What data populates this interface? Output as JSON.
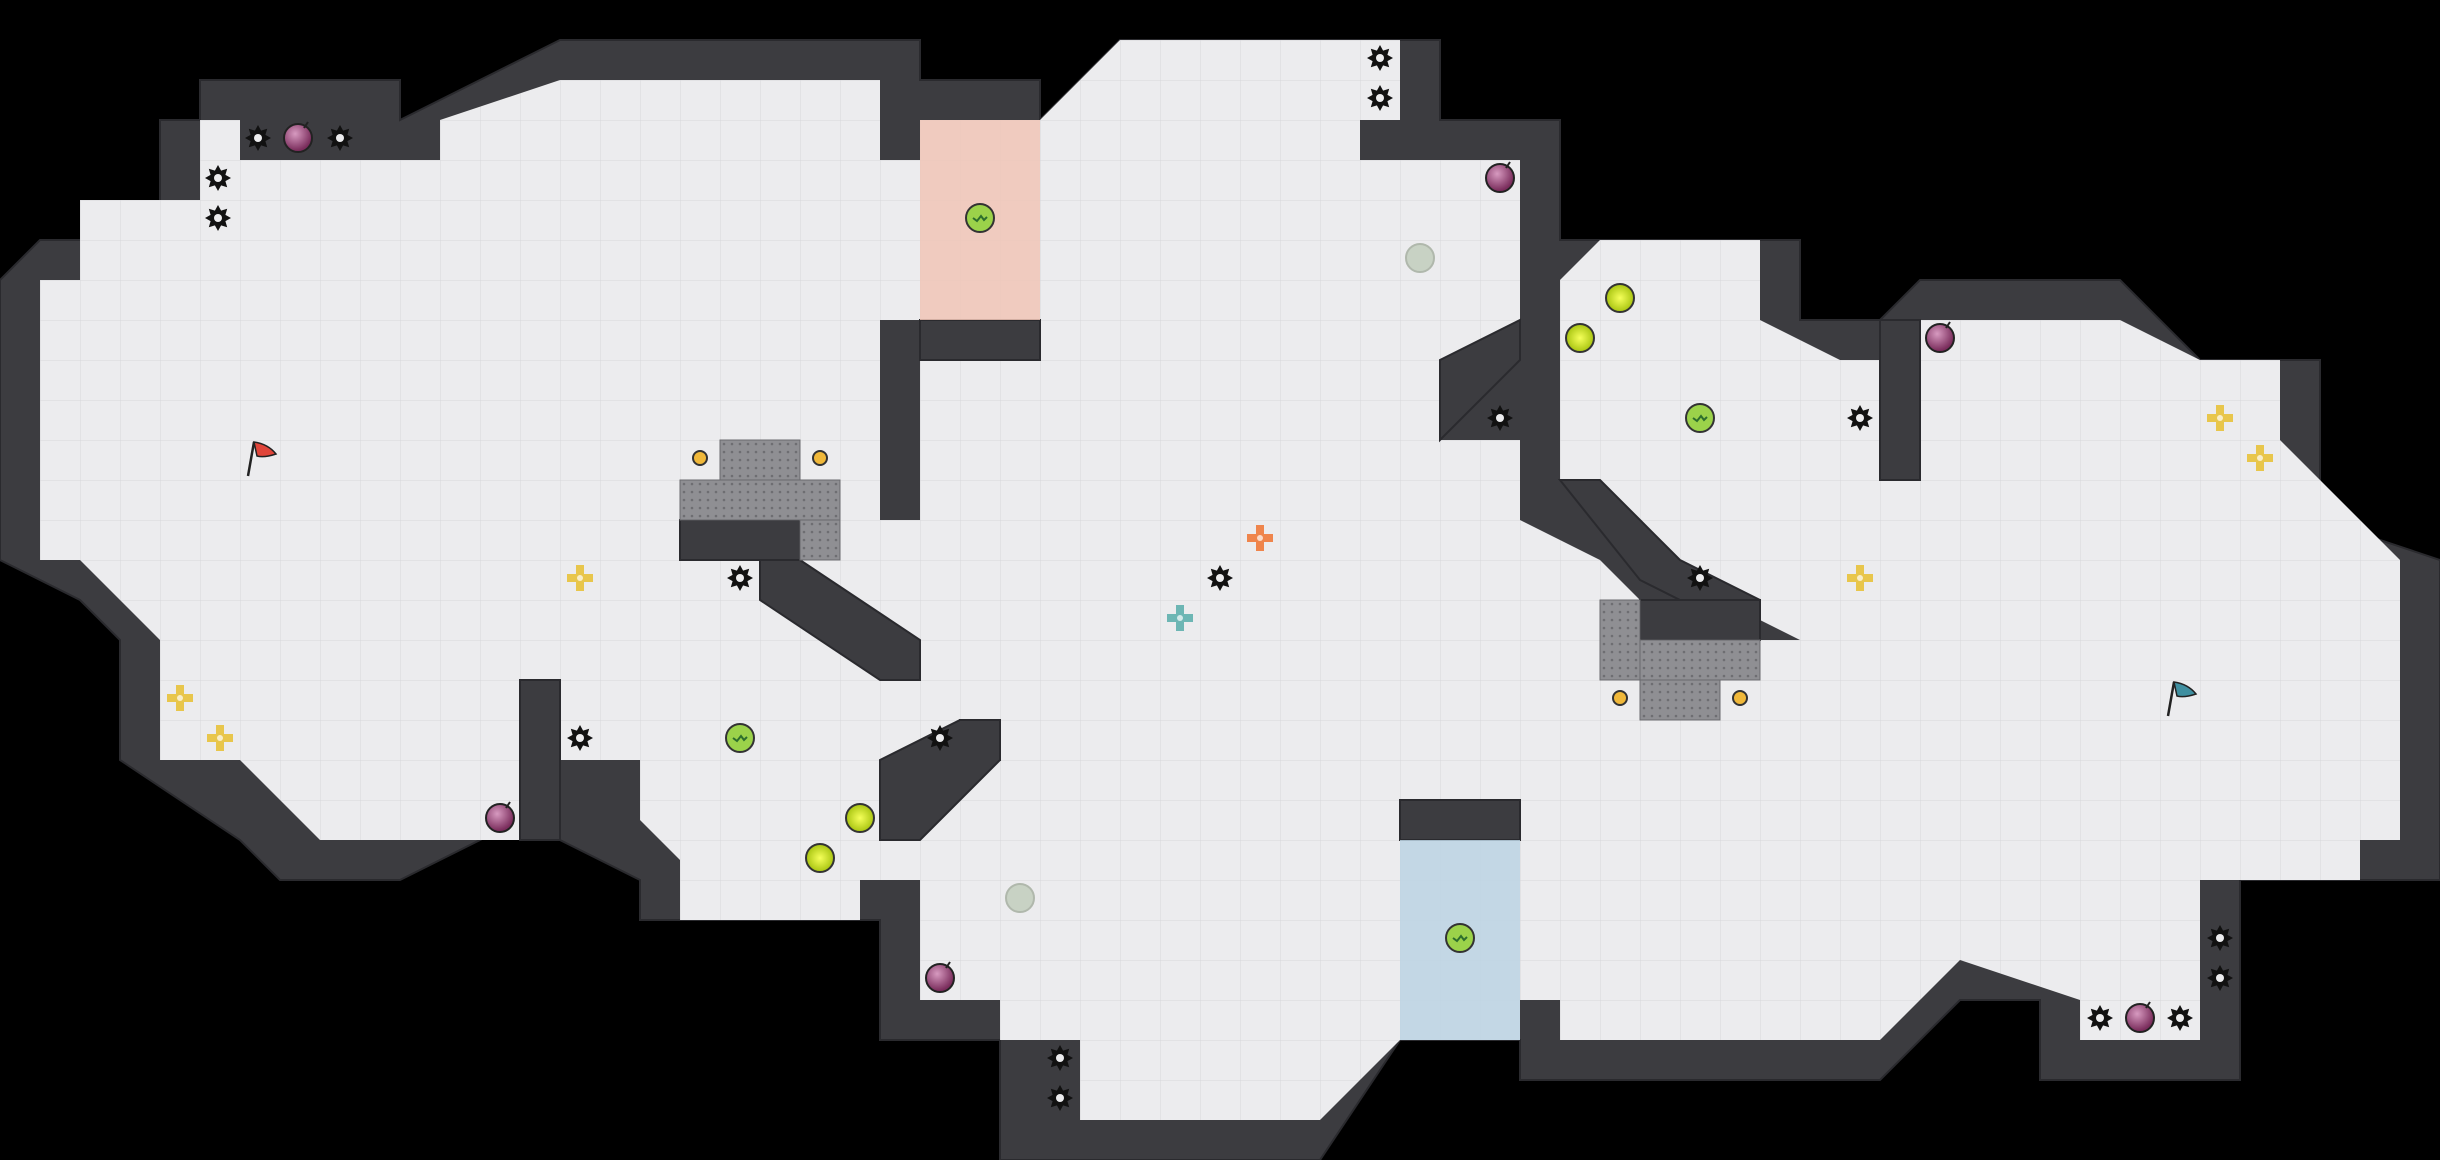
{
  "map": {
    "title": "",
    "colors": {
      "background": "#000000",
      "floor": "#ececee",
      "grid": "#d7d7db",
      "wall": "#3c3c40",
      "wall_edge": "#2a2a2e",
      "red_zone": "#f1c6b6",
      "blue_zone": "#bcd3e3",
      "grate": "#8f8f93",
      "red_team": "#e0453a",
      "blue_team": "#3f8fa0",
      "powerup": "#e8c23a",
      "speed_boost": "#cfe02a",
      "bomb": "#8a3b6a",
      "spike": "#111111"
    },
    "legend": [
      {
        "item": "red-flag",
        "team": "red"
      },
      {
        "item": "blue-flag",
        "team": "blue"
      }
    ]
  }
}
